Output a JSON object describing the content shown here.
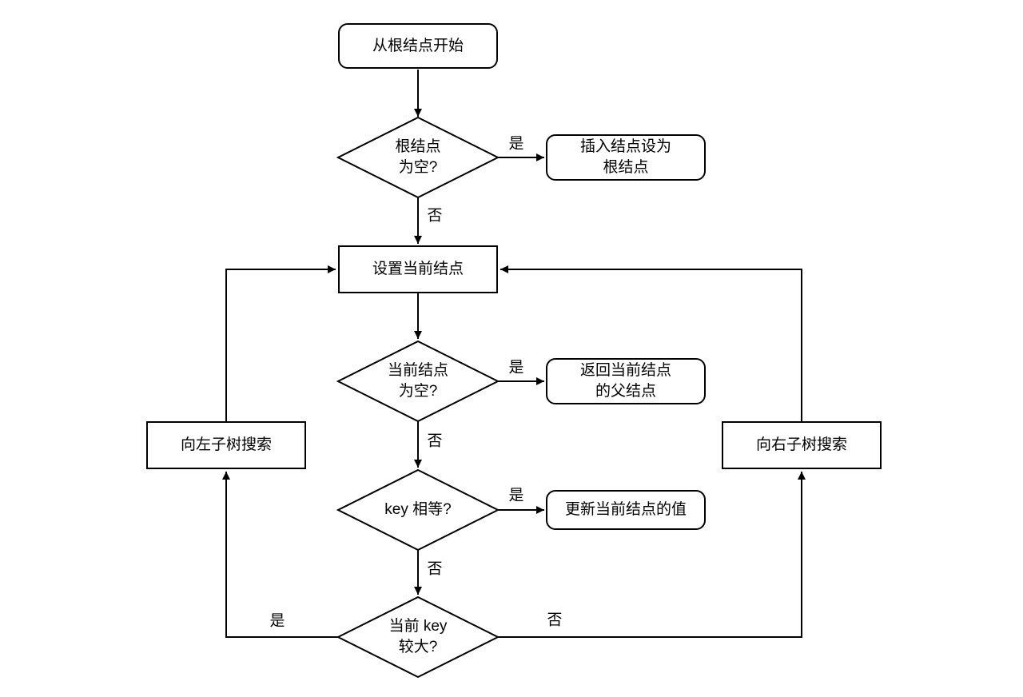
{
  "diagram": {
    "type": "flowchart",
    "colors": {
      "stroke": "#000000",
      "fill": "#ffffff",
      "text": "#000000"
    },
    "nodes": {
      "start": "从根结点开始",
      "root_empty": "根结点\n为空?",
      "insert_as_root": "插入结点设为\n根结点",
      "set_current": "设置当前结点",
      "current_empty": "当前结点\n为空?",
      "return_parent": "返回当前结点\n的父结点",
      "key_equal": "key 相等?",
      "update_value": "更新当前结点的值",
      "key_greater": "当前 key\n较大?",
      "search_left": "向左子树搜索",
      "search_right": "向右子树搜索"
    },
    "labels": {
      "yes": "是",
      "no": "否"
    }
  }
}
